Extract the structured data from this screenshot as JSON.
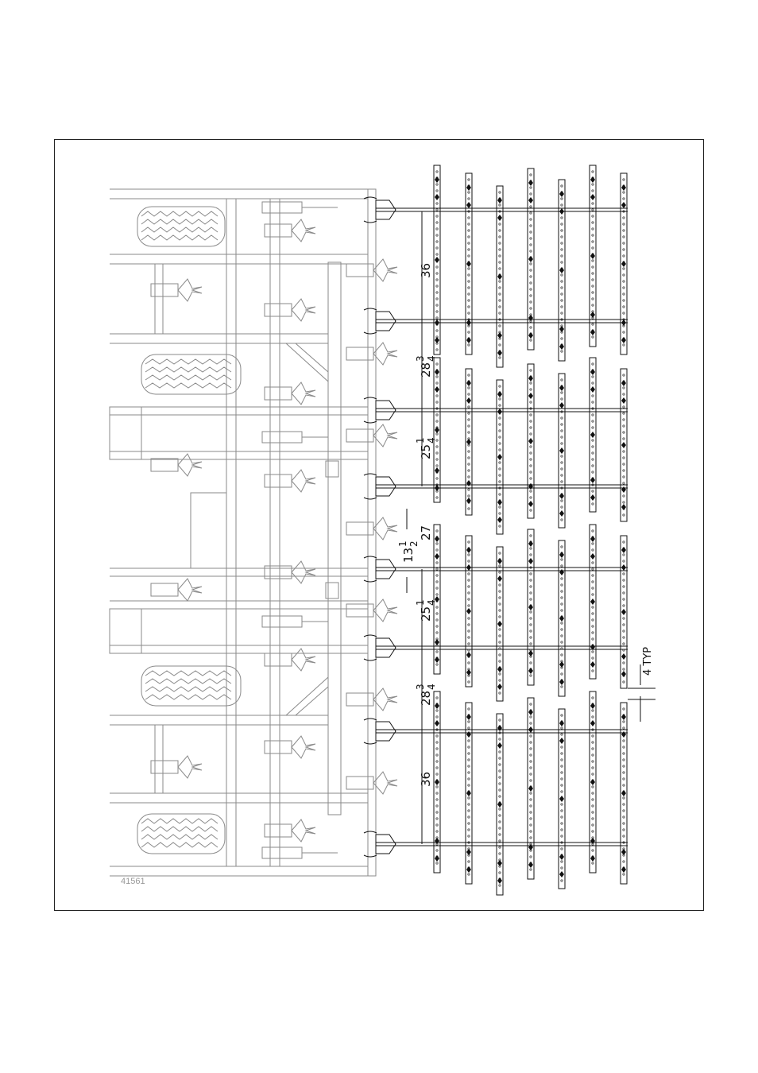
{
  "figure": {
    "number": "41561",
    "colors": {
      "frame": "#222222",
      "implement": "#8a8a8a",
      "harrow": "#111111",
      "figno": "#999999"
    }
  },
  "dimensions": {
    "shank_spacing_outer": "36",
    "harrow_spacing_a_whole": "28",
    "harrow_spacing_a_num": "3",
    "harrow_spacing_a_den": "4",
    "harrow_spacing_b_whole": "25",
    "harrow_spacing_b_num": "1",
    "harrow_spacing_b_den": "4",
    "center_gap": "27",
    "center_offset_whole": "13",
    "center_offset_num": "1",
    "center_offset_den": "2",
    "tine_bar_spacing": "4 TYP"
  }
}
